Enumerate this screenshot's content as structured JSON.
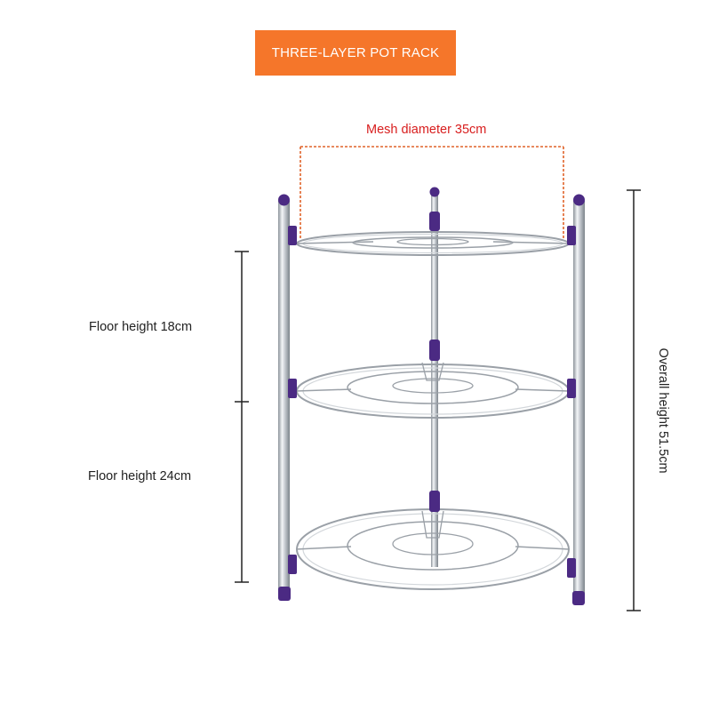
{
  "title": "THREE-LAYER POT RACK",
  "dimensions": {
    "mesh_diameter": "Mesh diameter 35cm",
    "floor_height_top": "Floor height 18cm",
    "floor_height_bottom": "Floor height 24cm",
    "overall_height": "Overall height 51.5cm"
  },
  "colors": {
    "banner": "#f5762a",
    "mesh_label": "#d81e1e",
    "accent_caps": "#4b2a83",
    "chrome": "#c9ced4"
  }
}
